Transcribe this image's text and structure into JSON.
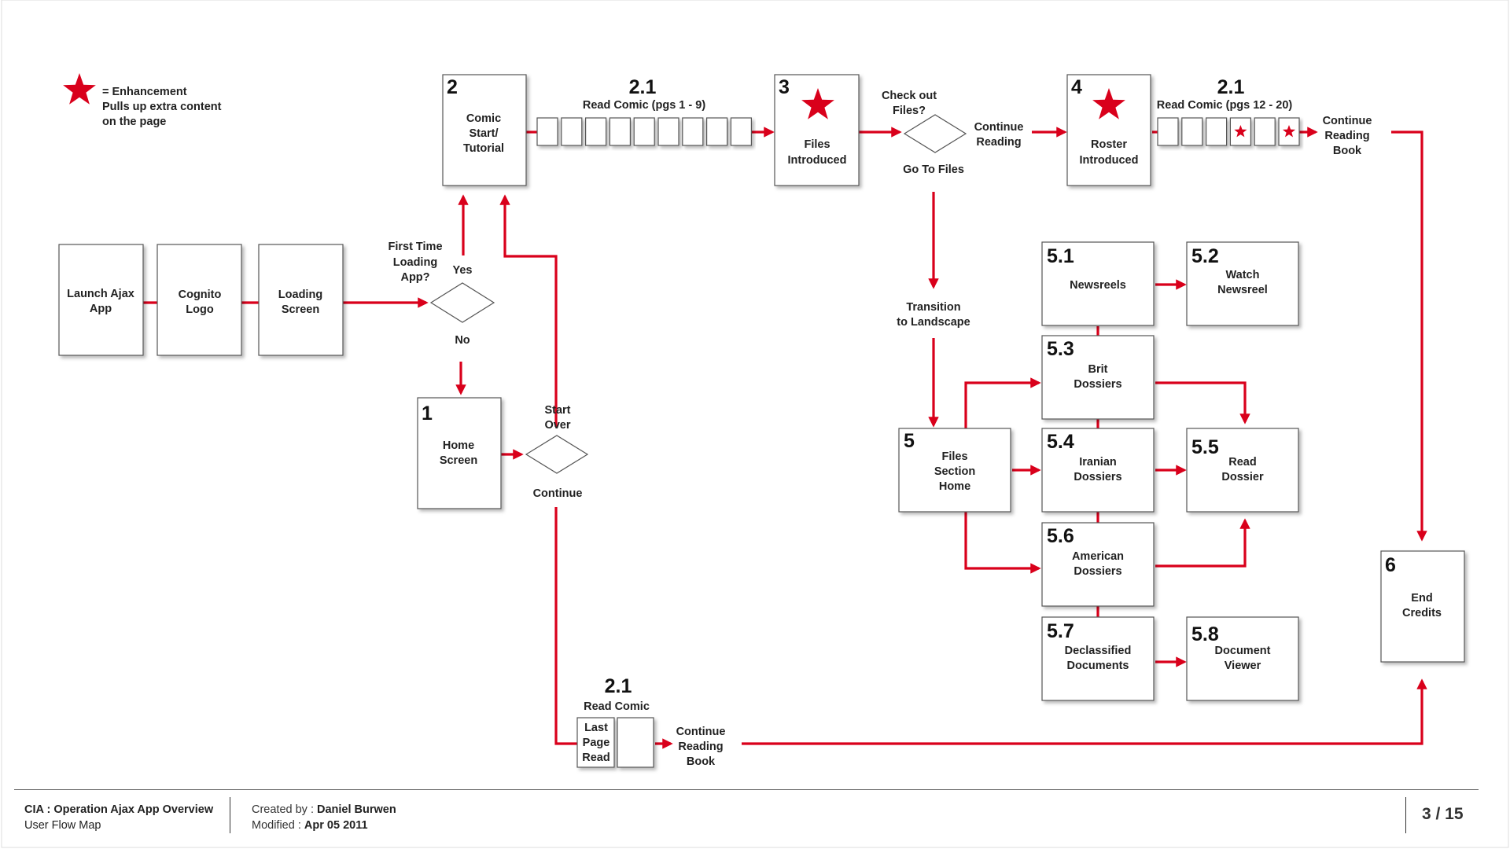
{
  "legend": {
    "star_color": "#d9001b",
    "text": [
      "= Enhancement",
      "Pulls up extra content",
      "on the page"
    ]
  },
  "colors": {
    "accent": "#d9001b",
    "box_stroke": "#555555"
  },
  "nodes": {
    "launch": {
      "label": [
        "Launch Ajax",
        "App"
      ]
    },
    "cognito": {
      "label": [
        "Cognito",
        "Logo"
      ]
    },
    "loading": {
      "label": [
        "Loading",
        "Screen"
      ]
    },
    "comic_start": {
      "num": "2",
      "label": [
        "Comic",
        "Start/",
        "Tutorial"
      ]
    },
    "home": {
      "num": "1",
      "label": [
        "Home",
        "Screen"
      ]
    },
    "files_intro": {
      "num": "3",
      "label": [
        "Files",
        "Introduced"
      ]
    },
    "roster_intro": {
      "num": "4",
      "label": [
        "Roster",
        "Introduced"
      ]
    },
    "files_home": {
      "num": "5",
      "label": [
        "Files",
        "Section",
        "Home"
      ]
    },
    "newsreels": {
      "num": "5.1",
      "label": [
        "Newsreels"
      ]
    },
    "watch_newsreel": {
      "num": "5.2",
      "label": [
        "Watch",
        "Newsreel"
      ]
    },
    "brit": {
      "num": "5.3",
      "label": [
        "Brit",
        "Dossiers"
      ]
    },
    "iranian": {
      "num": "5.4",
      "label": [
        "Iranian",
        "Dossiers"
      ]
    },
    "read_dossier": {
      "num": "5.5",
      "label": [
        "Read",
        "Dossier"
      ]
    },
    "american": {
      "num": "5.6",
      "label": [
        "American",
        "Dossiers"
      ]
    },
    "declassified": {
      "num": "5.7",
      "label": [
        "Declassified",
        "Documents"
      ]
    },
    "doc_viewer": {
      "num": "5.8",
      "label": [
        "Document",
        "Viewer"
      ]
    },
    "end_credits": {
      "num": "6",
      "label": [
        "End",
        "Credits"
      ]
    }
  },
  "decisions": {
    "first_time": {
      "question": [
        "First Time",
        "Loading",
        "App?"
      ],
      "yes": "Yes",
      "no": "No"
    },
    "start_over": {
      "top": [
        "Start",
        "Over"
      ],
      "bottom": "Continue"
    },
    "check_files": {
      "question": [
        "Check out",
        "Files?"
      ],
      "bottom": "Go To Files"
    }
  },
  "comic_strips": {
    "read1": {
      "num": "2.1",
      "title": "Read Comic (pgs 1 - 9)",
      "pages": 9
    },
    "read2": {
      "num": "2.1",
      "title": "Read Comic (pgs 12 - 20)",
      "pages": 6,
      "starred_pages": [
        4,
        6
      ]
    },
    "read3": {
      "num": "2.1",
      "title": "Read Comic",
      "last_page": [
        "Last",
        "Page",
        "Read"
      ]
    }
  },
  "labels": {
    "continue_reading_1": [
      "Continue",
      "Reading"
    ],
    "continue_reading_2": [
      "Continue",
      "Reading",
      "Book"
    ],
    "continue_reading_3": [
      "Continue",
      "Reading",
      "Book"
    ],
    "transition": [
      "Transition",
      "to Landscape"
    ]
  },
  "footer": {
    "title": "CIA : Operation Ajax App Overview",
    "subtitle": "User Flow Map",
    "created_label": "Created by : ",
    "created_value": "Daniel Burwen",
    "modified_label": "Modified : ",
    "modified_value": "Apr 05 2011",
    "page": "3 / 15"
  }
}
